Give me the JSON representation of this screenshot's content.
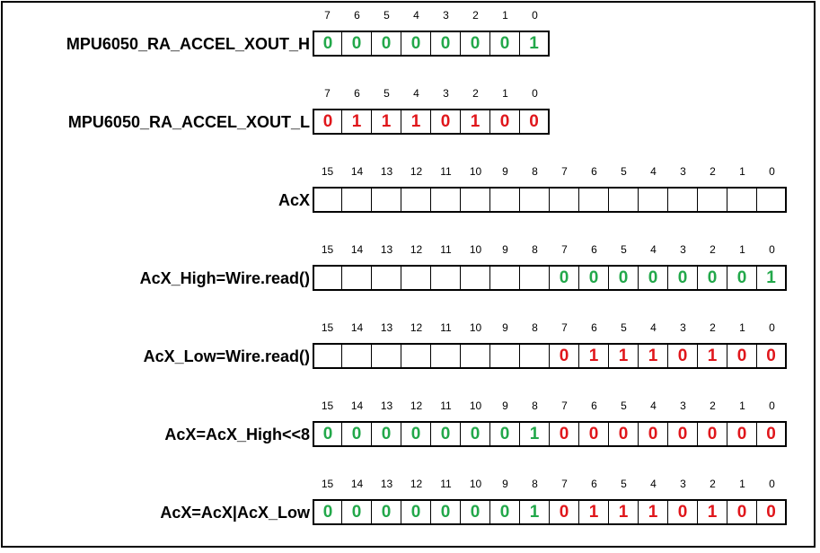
{
  "colors": {
    "zero": "#22a84a",
    "one_green": "#22a84a",
    "red": "#e0161b"
  },
  "rows": [
    {
      "label": "MPU6050_RA_ACCEL_XOUT_H",
      "width": 8,
      "bits": [
        "0",
        "0",
        "0",
        "0",
        "0",
        "0",
        "0",
        "1"
      ],
      "colors": [
        "g",
        "g",
        "g",
        "g",
        "g",
        "g",
        "g",
        "g"
      ]
    },
    {
      "label": "MPU6050_RA_ACCEL_XOUT_L",
      "width": 8,
      "bits": [
        "0",
        "1",
        "1",
        "1",
        "0",
        "1",
        "0",
        "0"
      ],
      "colors": [
        "r",
        "r",
        "r",
        "r",
        "r",
        "r",
        "r",
        "r"
      ]
    },
    {
      "label": "AcX",
      "width": 16,
      "bits": [
        "",
        "",
        "",
        "",
        "",
        "",
        "",
        "",
        "",
        "",
        "",
        "",
        "",
        "",
        "",
        ""
      ],
      "colors": [
        "g",
        "g",
        "g",
        "g",
        "g",
        "g",
        "g",
        "g",
        "g",
        "g",
        "g",
        "g",
        "g",
        "g",
        "g",
        "g"
      ]
    },
    {
      "label": "AcX_High=Wire.read()",
      "width": 16,
      "bits": [
        "",
        "",
        "",
        "",
        "",
        "",
        "",
        "",
        "0",
        "0",
        "0",
        "0",
        "0",
        "0",
        "0",
        "1"
      ],
      "colors": [
        "g",
        "g",
        "g",
        "g",
        "g",
        "g",
        "g",
        "g",
        "g",
        "g",
        "g",
        "g",
        "g",
        "g",
        "g",
        "g"
      ]
    },
    {
      "label": "AcX_Low=Wire.read()",
      "width": 16,
      "bits": [
        "",
        "",
        "",
        "",
        "",
        "",
        "",
        "",
        "0",
        "1",
        "1",
        "1",
        "0",
        "1",
        "0",
        "0"
      ],
      "colors": [
        "r",
        "r",
        "r",
        "r",
        "r",
        "r",
        "r",
        "r",
        "r",
        "r",
        "r",
        "r",
        "r",
        "r",
        "r",
        "r"
      ]
    },
    {
      "label": "AcX=AcX_High<<8",
      "width": 16,
      "bits": [
        "0",
        "0",
        "0",
        "0",
        "0",
        "0",
        "0",
        "1",
        "0",
        "0",
        "0",
        "0",
        "0",
        "0",
        "0",
        "0"
      ],
      "colors": [
        "g",
        "g",
        "g",
        "g",
        "g",
        "g",
        "g",
        "g",
        "r",
        "r",
        "r",
        "r",
        "r",
        "r",
        "r",
        "r"
      ]
    },
    {
      "label": "AcX=AcX|AcX_Low",
      "width": 16,
      "bits": [
        "0",
        "0",
        "0",
        "0",
        "0",
        "0",
        "0",
        "1",
        "0",
        "1",
        "1",
        "1",
        "0",
        "1",
        "0",
        "0"
      ],
      "colors": [
        "g",
        "g",
        "g",
        "g",
        "g",
        "g",
        "g",
        "g",
        "r",
        "r",
        "r",
        "r",
        "r",
        "r",
        "r",
        "r"
      ]
    }
  ]
}
